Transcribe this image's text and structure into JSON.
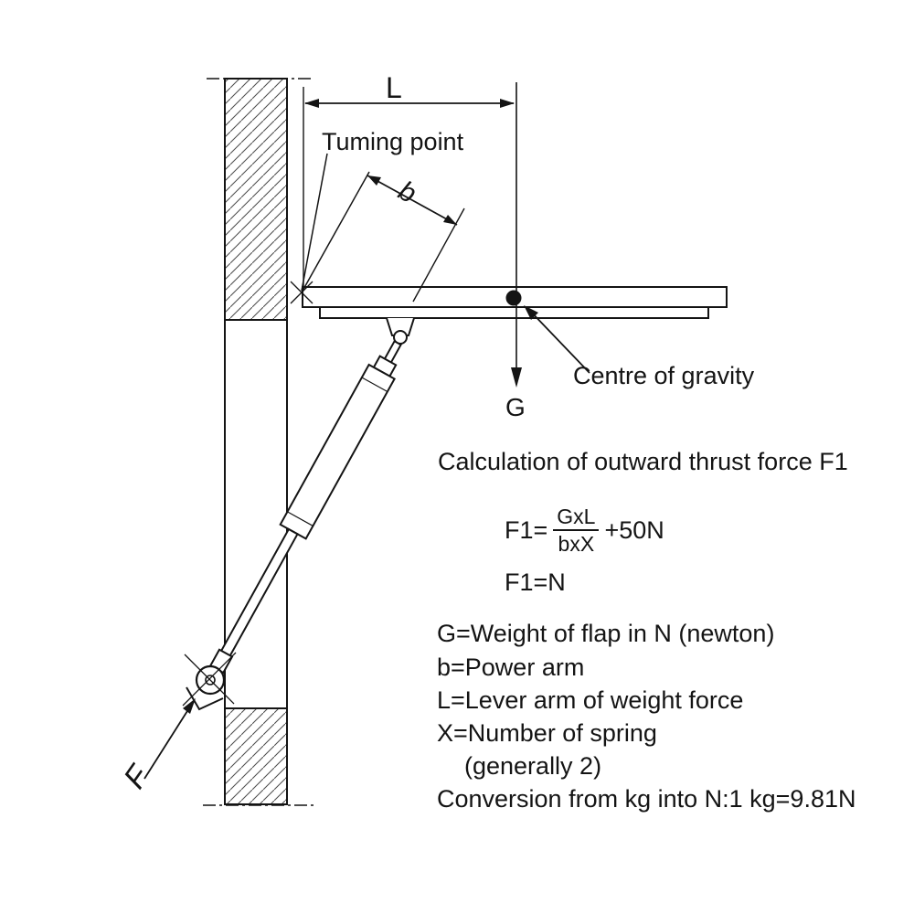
{
  "labels": {
    "turning_point": "Tuming point",
    "dim_l": "L",
    "dim_b": "b",
    "force_g": "G",
    "force_f": "F",
    "centre_of_gravity": "Centre of gravity"
  },
  "formula": {
    "title": "Calculation of outward thrust force F1",
    "lhs": "F1=",
    "numerator": "GxL",
    "denominator": "bxX",
    "suffix": "+50N",
    "result": "F1=N"
  },
  "legend_lines": [
    "G=Weight of flap in N (newton)",
    "b=Power arm",
    "L=Lever arm of weight force",
    "X=Number of spring",
    "(generally 2)",
    "Conversion from kg into N:1 kg=9.81N"
  ]
}
